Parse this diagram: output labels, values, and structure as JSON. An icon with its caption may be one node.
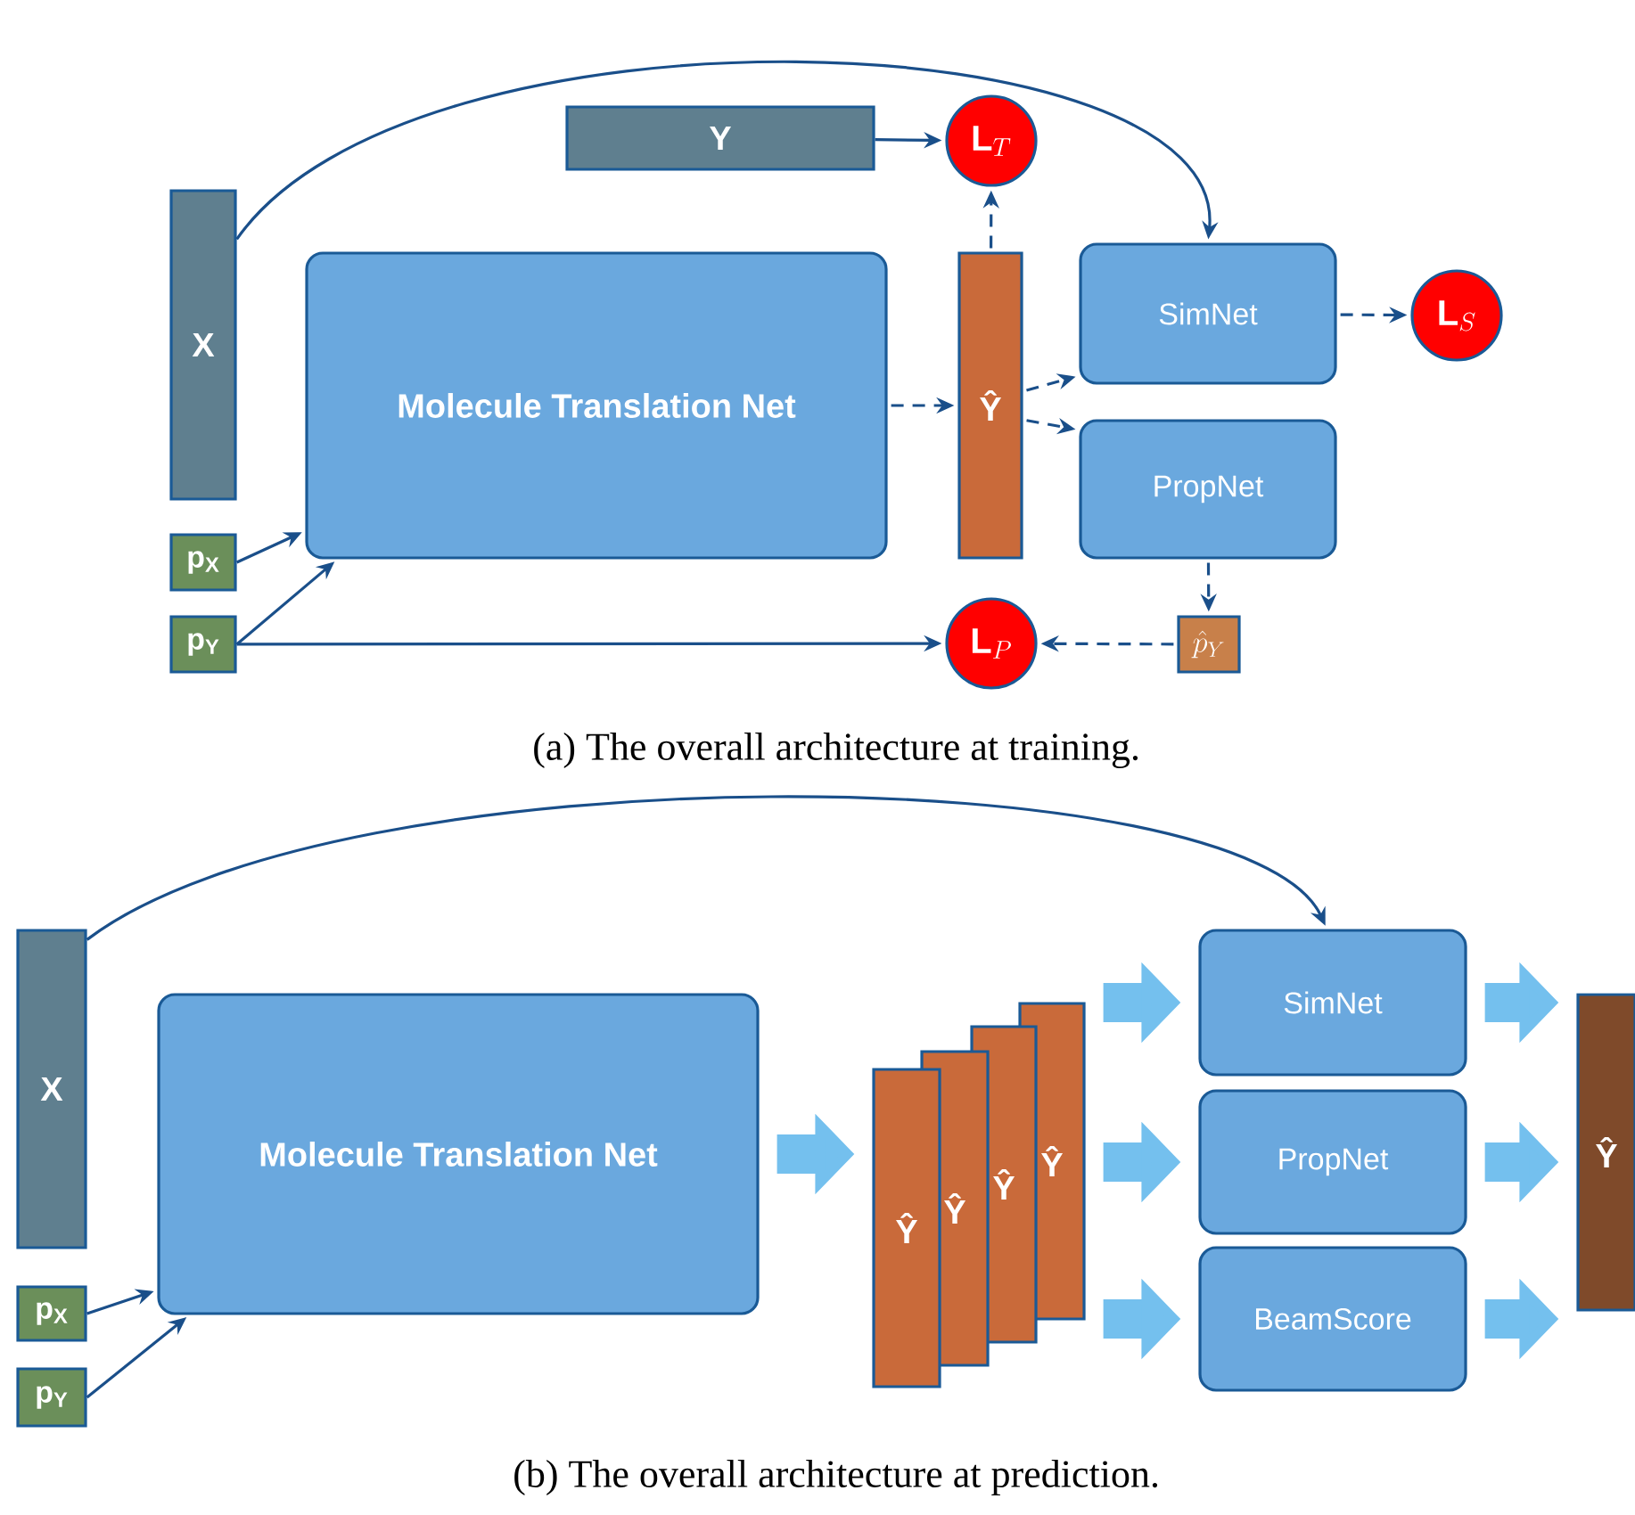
{
  "diagram": {
    "nodes": [
      {
        "text": [
          "X"
        ]
      },
      {
        "text": [
          "Y"
        ]
      },
      {
        "text": [
          "\\mathbf{L}_{T}"
        ]
      },
      {
        "text": [
          "Molecule Translation Net"
        ]
      },
      {
        "text": [
          "Ŷ"
        ]
      },
      {
        "text": [
          "SimNet"
        ]
      },
      {
        "text": [
          "PropNet"
        ]
      },
      {
        "text": [
          "\\mathbf{L}_{S}"
        ]
      },
      {
        "text": [
          "p$_{X}$"
        ]
      },
      {
        "text": [
          "p$_{Y}$"
        ]
      },
      {
        "text": [
          "\\mathbf{L}_{P}"
        ]
      },
      {
        "text": [
          "\\hat{p}_{Y}"
        ]
      },
      {
        "text": [
          "X"
        ]
      },
      {
        "text": [
          "Molecule Translation Net"
        ]
      },
      {
        "text": [
          "p$_{X}$"
        ]
      },
      {
        "text": [
          "p$_{Y}$"
        ]
      },
      {
        "text": [
          "Ŷ"
        ]
      },
      {
        "text": [
          "Ŷ"
        ]
      },
      {
        "text": [
          "Ŷ"
        ]
      },
      {
        "text": [
          "Ŷ"
        ]
      },
      {
        "text": [
          "SimNet"
        ]
      },
      {
        "text": [
          "PropNet"
        ]
      },
      {
        "text": [
          "BeamScore"
        ]
      },
      {
        "text": [
          "Ŷ"
        ]
      }
    ],
    "edges": [
      {
        "from": 0,
        "to": 5,
        "arrow": "to"
      },
      {
        "from": 1,
        "to": 2,
        "arrow": "to"
      },
      {
        "from": 4,
        "to": 2,
        "arrow": "to",
        "style": "dashed"
      },
      {
        "from": 3,
        "to": 4,
        "arrow": "to",
        "style": "dashed"
      },
      {
        "from": 4,
        "to": 5,
        "arrow": "to",
        "style": "dashed"
      },
      {
        "from": 4,
        "to": 6,
        "arrow": "to",
        "style": "dashed"
      },
      {
        "from": 5,
        "to": 7,
        "arrow": "to",
        "style": "dashed"
      },
      {
        "from": 8,
        "to": 3,
        "arrow": "to"
      },
      {
        "from": 9,
        "to": 3,
        "arrow": "to"
      },
      {
        "from": 9,
        "to": 10,
        "arrow": "to"
      },
      {
        "from": 6,
        "to": 11,
        "arrow": "to",
        "style": "dashed"
      },
      {
        "from": 11,
        "to": 10,
        "arrow": "to",
        "style": "dashed"
      },
      {
        "from": 12,
        "to": 20,
        "arrow": "to"
      },
      {
        "from": 14,
        "to": 13,
        "arrow": "to"
      },
      {
        "from": 15,
        "to": 13,
        "arrow": "to"
      },
      {
        "from": 13,
        "to": 16,
        "arrow": "to",
        "style": "thick",
        "color": "#74c0ee"
      },
      {
        "from": 19,
        "to": 20,
        "arrow": "to",
        "style": "thick",
        "color": "#74c0ee"
      },
      {
        "from": 19,
        "to": 21,
        "arrow": "to",
        "style": "thick",
        "color": "#74c0ee"
      },
      {
        "from": 19,
        "to": 22,
        "arrow": "to",
        "style": "thick",
        "color": "#74c0ee"
      },
      {
        "from": 20,
        "to": 23,
        "arrow": "to",
        "style": "thick",
        "color": "#74c0ee"
      },
      {
        "from": 21,
        "to": 23,
        "arrow": "to",
        "style": "thick",
        "color": "#74c0ee"
      },
      {
        "from": 22,
        "to": 23,
        "arrow": "to",
        "style": "thick",
        "color": "#74c0ee"
      }
    ],
    "labels": [
      "(a) The overall architecture at training.",
      "(b) The overall architecture at prediction."
    ]
  }
}
